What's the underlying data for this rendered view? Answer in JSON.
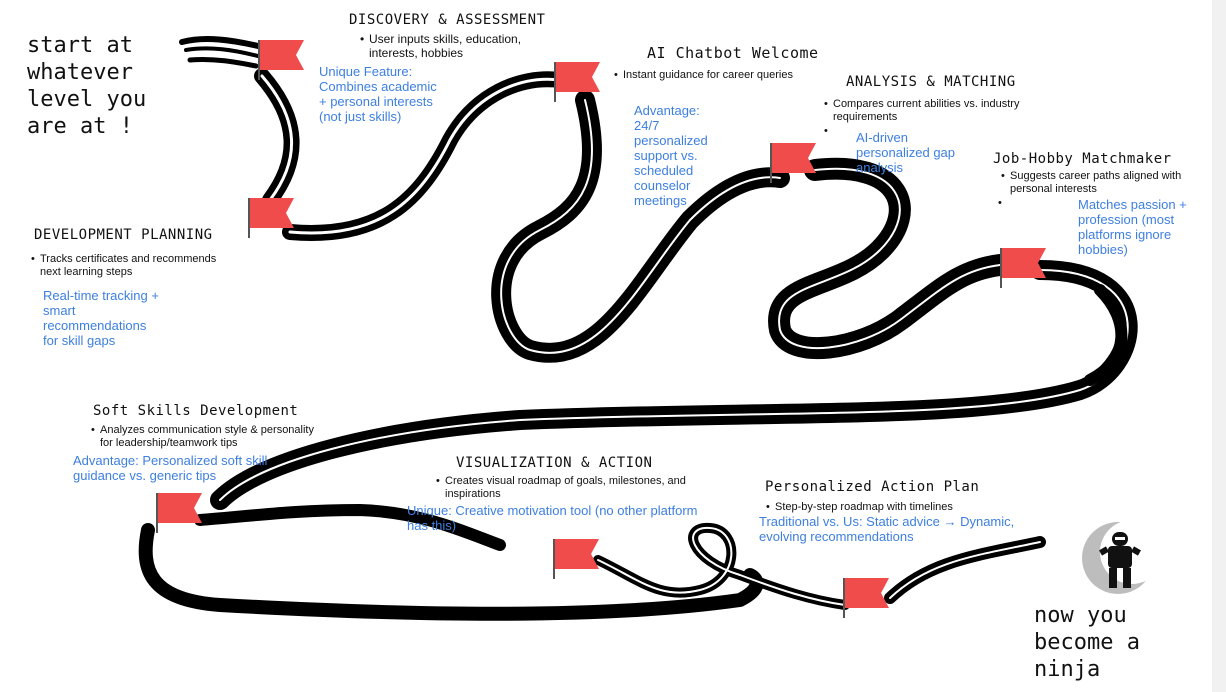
{
  "intro_text": "start at\nwhatever\nlevel you\nare at !",
  "outro_text": "now you\nbecome a\nninja",
  "ninja_icon": "ninja-on-moon-icon",
  "flag_icon": "red-flag-icon",
  "colors": {
    "flag": "#f04c4c",
    "accent_text": "#3d7fe0",
    "path": "#000000"
  },
  "stages": {
    "discovery": {
      "title": "DISCOVERY & ASSESSMENT",
      "bullet": "User inputs skills, education, interests, hobbies",
      "note": "Unique Feature: Combines academic + personal interests (not just skills)"
    },
    "chatbot": {
      "title": "AI Chatbot Welcome",
      "bullet": "Instant guidance for career queries",
      "note": "Advantage: 24/7 personalized support vs. scheduled counselor meetings"
    },
    "analysis": {
      "title": "ANALYSIS & MATCHING",
      "bullet": "Compares current abilities vs. industry requirements",
      "note": "AI-driven personalized gap analysis"
    },
    "matchmaker": {
      "title": "Job-Hobby Matchmaker",
      "bullet": "Suggests career paths aligned with personal interests",
      "note": "Matches passion + profession (most platforms ignore hobbies)"
    },
    "development": {
      "title": "DEVELOPMENT PLANNING",
      "bullet": "Tracks certificates and recommends next learning steps",
      "note": "Real-time tracking + smart recommendations for skill gaps"
    },
    "soft_skills": {
      "title": "Soft Skills Development",
      "bullet": "Analyzes communication style & personality for leadership/teamwork tips",
      "note": "Advantage: Personalized soft skill guidance vs. generic tips"
    },
    "visualization": {
      "title": "VISUALIZATION & ACTION",
      "bullet": "Creates visual roadmap of goals, milestones, and inspirations",
      "note": "Unique: Creative motivation tool (no other platform has this)"
    },
    "action_plan": {
      "title": "Personalized Action Plan",
      "bullet": "Step-by-step roadmap with timelines",
      "note": "Traditional vs. Us: Static advice → Dynamic, evolving recommendations"
    }
  }
}
